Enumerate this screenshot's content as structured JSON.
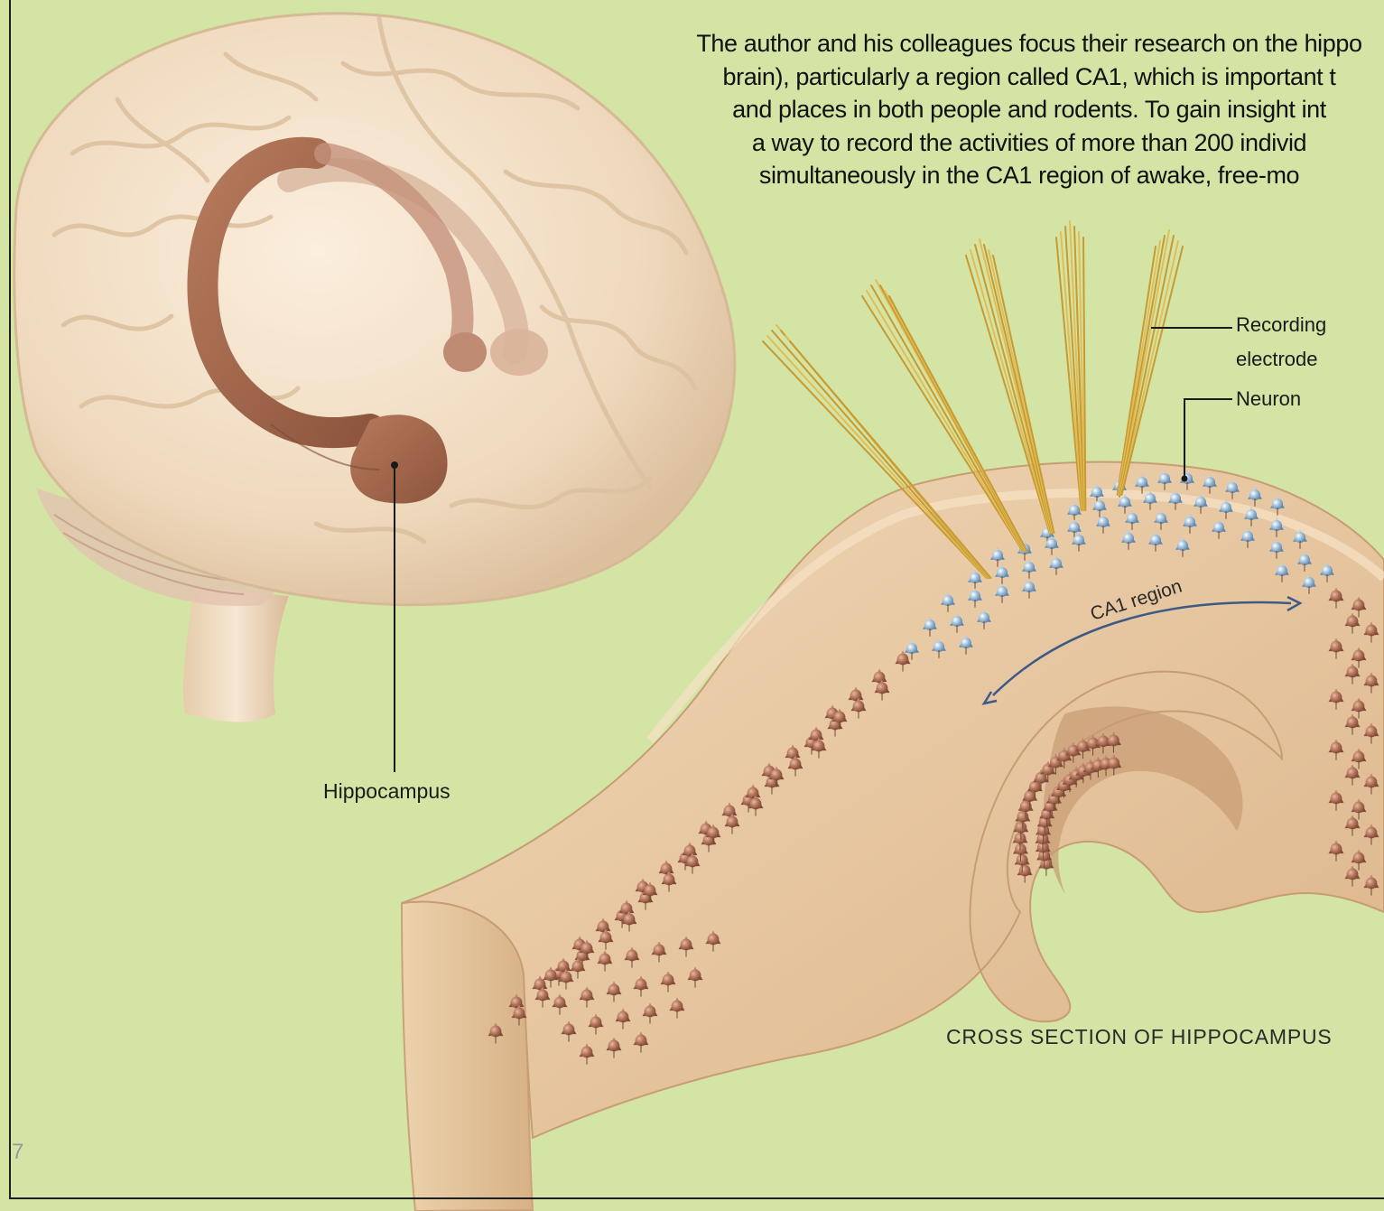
{
  "caption": {
    "lines": [
      "The author and his colleagues focus their research on the hippo",
      "brain), particularly a region called CA1, which is important t",
      "and places in both people and rodents. To gain insight int",
      "a way to record the activities of more than 200 individ",
      "simultaneously in the CA1 region of awake, free-mo"
    ]
  },
  "labels": {
    "hippocampus": "Hippocampus",
    "recording_electrode_line1": "Recording",
    "recording_electrode_line2": "electrode",
    "neuron": "Neuron",
    "ca1_region": "CA1 region",
    "cross_section": "CROSS SECTION OF HIPPOCAMPUS"
  },
  "page_number": "7",
  "colors": {
    "background": "#d3e4a5",
    "brain": "#f1dec4",
    "hippocampus": "#a0644a",
    "tissue": "#e6c49c",
    "neuron_blue": "#8fb4d2",
    "neuron_brown": "#a56a52",
    "electrode": "#d8b044"
  }
}
